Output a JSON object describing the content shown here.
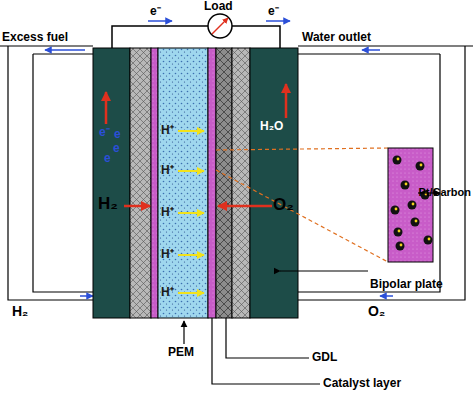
{
  "diagram": {
    "labels": [
      "Load",
      "e⁻",
      "e⁻",
      "Excess fuel",
      "Water outlet",
      "e⁻",
      "e",
      "e",
      "e",
      "H₂",
      "O₂",
      "H⁺",
      "H⁺",
      "H⁺",
      "H⁺",
      "H⁺",
      "H₂O",
      "Pt/Carbon",
      "Bipolar plate",
      "H₂",
      "O₂",
      "PEM",
      "GDL",
      "Catalyst layer"
    ]
  }
}
